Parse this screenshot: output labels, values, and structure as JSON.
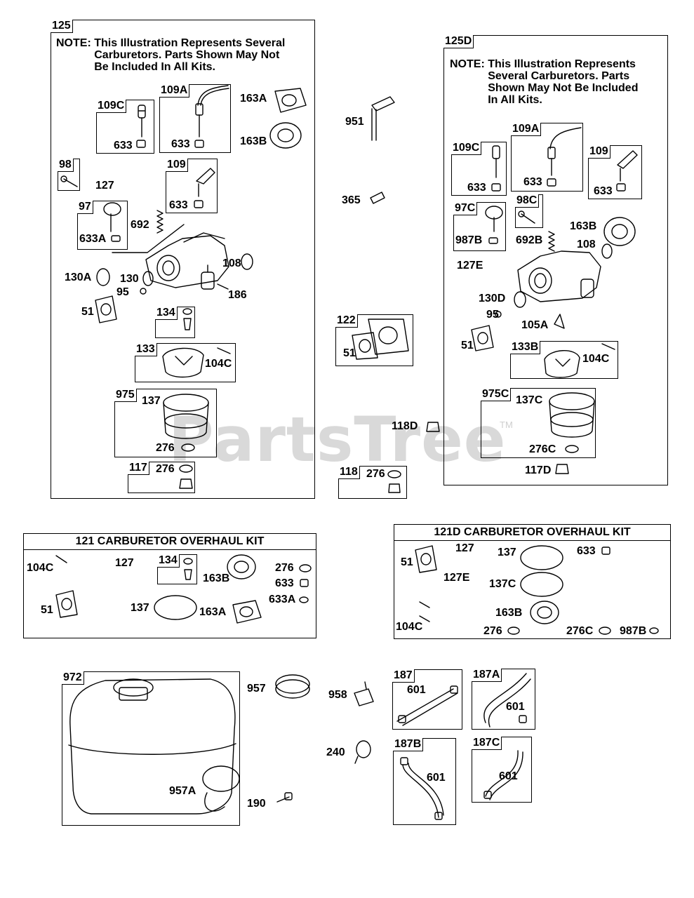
{
  "watermark": "PartsTree",
  "watermark_tm": "TM",
  "group125": {
    "tag": "125",
    "note_key": "NOTE:",
    "note_lines": [
      "This Illustration Represents Several",
      "Carburetors. Parts Shown May Not",
      "Be Included In All Kits."
    ],
    "sub": {
      "b109c": {
        "tag": "109C",
        "part": "633"
      },
      "b109a": {
        "tag": "109A",
        "part": "633"
      },
      "b98": {
        "tag": "98"
      },
      "b109": {
        "tag": "109",
        "part": "633"
      },
      "b97": {
        "tag": "97",
        "part": "633A"
      },
      "b134": {
        "tag": "134"
      },
      "b133": {
        "tag": "133",
        "part": "104C"
      },
      "b975": {
        "tag": "975",
        "part1": "137",
        "part2": "276"
      },
      "b117": {
        "tag": "117",
        "part": "276"
      }
    },
    "labels": {
      "p163a": "163A",
      "p163b": "163B",
      "p127": "127",
      "p692": "692",
      "p130a": "130A",
      "p130": "130",
      "p95": "95",
      "p108": "108",
      "p186": "186",
      "p51": "51"
    }
  },
  "center": {
    "p951": "951",
    "p365": "365",
    "p118d": "118D",
    "b122": {
      "tag": "122",
      "part": "51"
    },
    "b118": {
      "tag": "118",
      "part": "276"
    }
  },
  "group125d": {
    "tag": "125D",
    "note_key": "NOTE:",
    "note_lines": [
      "This Illustration Represents",
      "Several Carburetors. Parts",
      "Shown May Not Be Included",
      "In All Kits."
    ],
    "sub": {
      "b109c": {
        "tag": "109C",
        "part": "633"
      },
      "b109a": {
        "tag": "109A",
        "part": "633"
      },
      "b109": {
        "tag": "109",
        "part": "633"
      },
      "b97c": {
        "tag": "97C",
        "part": "987B"
      },
      "b98c": {
        "tag": "98C"
      },
      "b133b": {
        "tag": "133B",
        "part": "104C"
      },
      "b975c": {
        "tag": "975C",
        "part1": "137C",
        "part2": "276C"
      }
    },
    "labels": {
      "p692b": "692B",
      "p163b": "163B",
      "p108": "108",
      "p127e": "127E",
      "p130d": "130D",
      "p95": "95",
      "p105a": "105A",
      "p51": "51",
      "p117d": "117D"
    }
  },
  "kit121": {
    "title": "121 CARBURETOR OVERHAUL KIT",
    "b134": {
      "tag": "134"
    },
    "labels": {
      "p104c": "104C",
      "p127": "127",
      "p163b": "163B",
      "p276": "276",
      "p633": "633",
      "p633a": "633A",
      "p51": "51",
      "p137": "137",
      "p163a": "163A"
    }
  },
  "kit121d": {
    "title": "121D CARBURETOR OVERHAUL KIT",
    "labels": {
      "p51": "51",
      "p127": "127",
      "p137a": "137",
      "p633": "633",
      "p127e": "127E",
      "p137c": "137C",
      "p104c": "104C",
      "p163b": "163B",
      "p276": "276",
      "p276c": "276C",
      "p987b": "987B"
    }
  },
  "fuel": {
    "b972": {
      "tag": "972",
      "part": "957A"
    },
    "labels": {
      "p957": "957",
      "p190": "190",
      "p958": "958",
      "p240": "240"
    },
    "b187": {
      "tag": "187",
      "part": "601"
    },
    "b187a": {
      "tag": "187A",
      "part": "601"
    },
    "b187b": {
      "tag": "187B",
      "part": "601"
    },
    "b187c": {
      "tag": "187C",
      "part": "601"
    }
  }
}
